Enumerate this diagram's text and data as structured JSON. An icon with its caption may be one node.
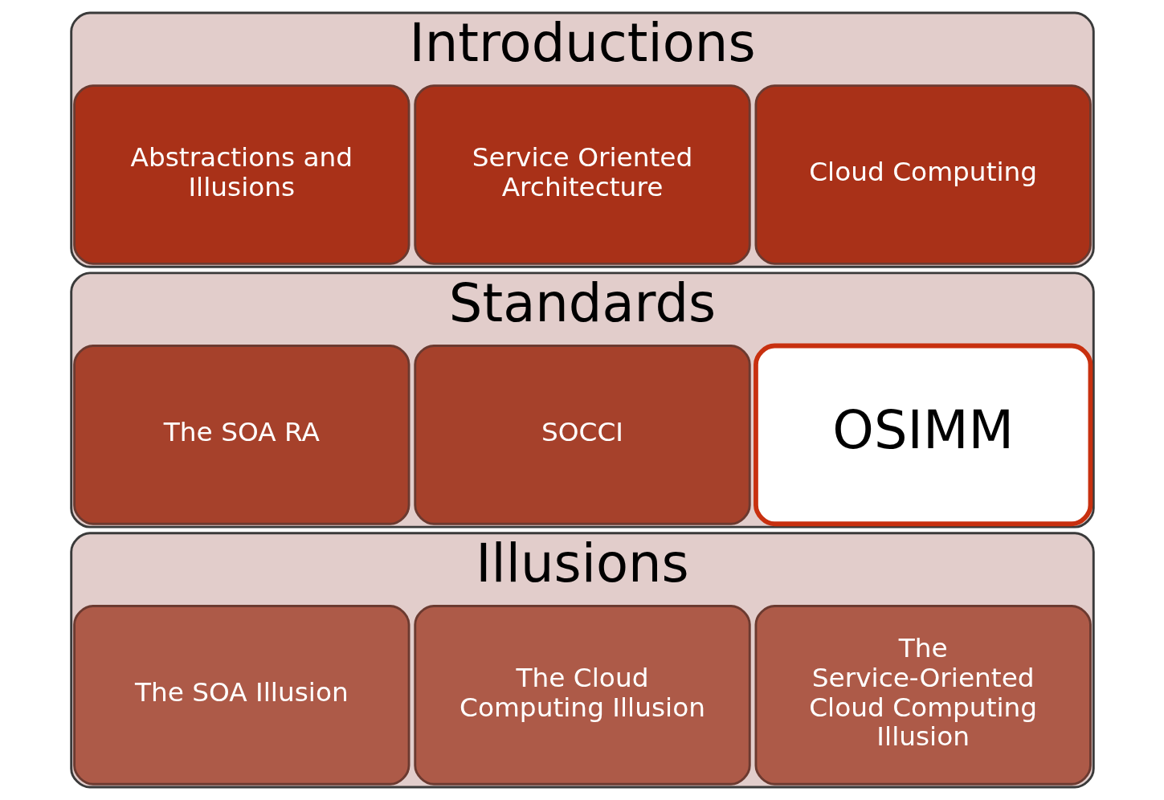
{
  "diagram": {
    "nodes": [
      {
        "text": [
          "Introductions"
        ]
      },
      {
        "text": [
          "Abstractions and Illusions"
        ],
        "in": 0
      },
      {
        "text": [
          "Service Oriented Architecture"
        ],
        "in": 0
      },
      {
        "text": [
          "Cloud Computing"
        ],
        "in": 0
      },
      {
        "text": [
          "Standards"
        ]
      },
      {
        "text": [
          "The SOA RA"
        ],
        "in": 4
      },
      {
        "text": [
          "SOCCI"
        ],
        "in": 4
      },
      {
        "text": [
          "OSIMM"
        ],
        "in": 4
      },
      {
        "text": [
          "Illusions"
        ]
      },
      {
        "text": [
          "The SOA Illusion"
        ],
        "in": 8
      },
      {
        "text": [
          "The Cloud Computing Illusion"
        ],
        "in": 8
      },
      {
        "text": [
          "The Service-Oriented Cloud Computing Illusion"
        ],
        "in": 8
      }
    ],
    "edges": []
  }
}
